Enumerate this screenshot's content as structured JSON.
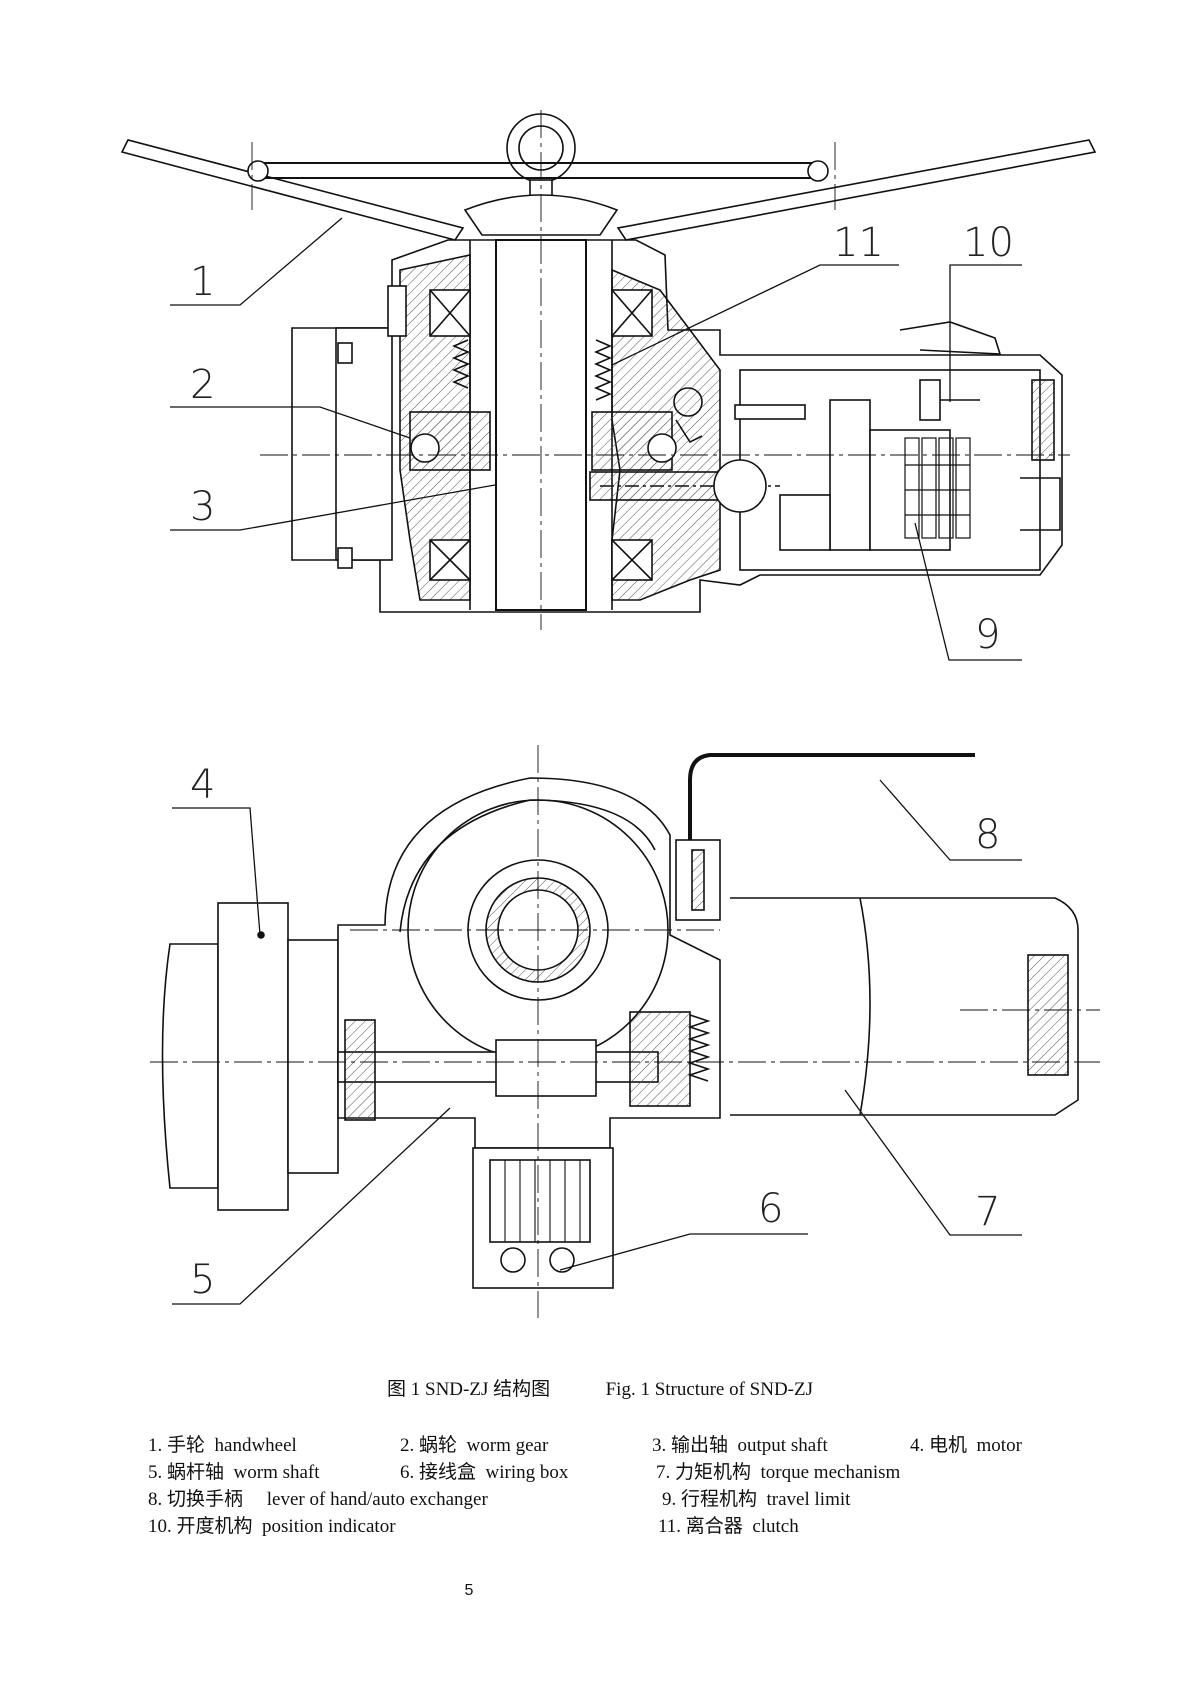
{
  "callouts": [
    "1",
    "2",
    "3",
    "11",
    "10",
    "9",
    "4",
    "8",
    "7",
    "6",
    "5"
  ],
  "caption": {
    "chinese": "图 1 SND-ZJ 结构图",
    "english": "Fig. 1 Structure of SND-ZJ"
  },
  "legend": [
    {
      "num": "1.",
      "zh": "手轮",
      "en": "handwheel"
    },
    {
      "num": "2.",
      "zh": "蜗轮",
      "en": "worm gear"
    },
    {
      "num": "3.",
      "zh": "输出轴",
      "en": "output shaft"
    },
    {
      "num": "4.",
      "zh": "电机",
      "en": "motor"
    },
    {
      "num": "5.",
      "zh": "蜗杆轴",
      "en": "worm shaft"
    },
    {
      "num": "6.",
      "zh": "接线盒",
      "en": "wiring box"
    },
    {
      "num": "7.",
      "zh": "力矩机构",
      "en": "torque mechanism"
    },
    {
      "num": "8.",
      "zh": "切换手柄",
      "en": "lever of hand/auto exchanger"
    },
    {
      "num": "9.",
      "zh": "行程机构",
      "en": "travel limit"
    },
    {
      "num": "10.",
      "zh": "开度机构",
      "en": "position indicator"
    },
    {
      "num": "11.",
      "zh": "离合器",
      "en": "clutch"
    }
  ],
  "page_number": "5"
}
